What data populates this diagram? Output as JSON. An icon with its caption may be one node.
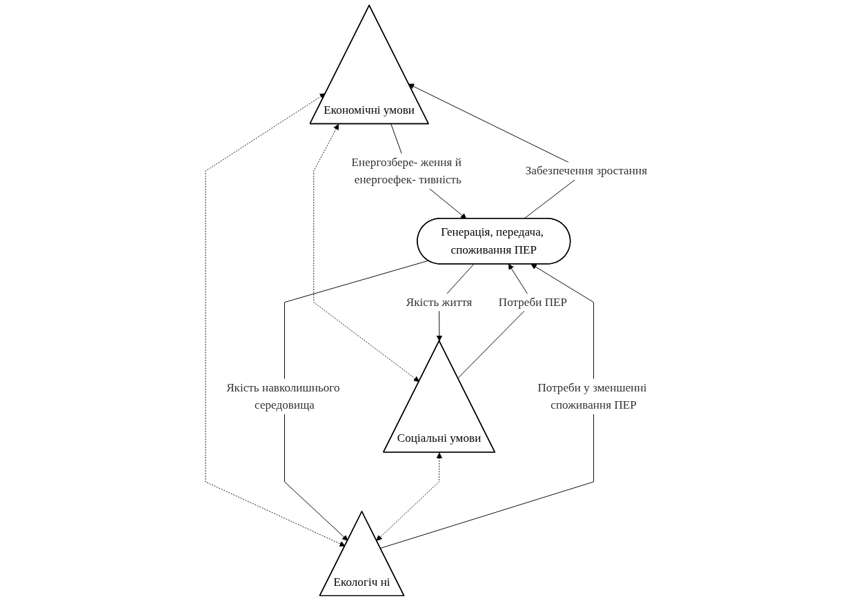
{
  "diagram": {
    "nodes": [
      {
        "text": [
          "Економічні умови"
        ]
      },
      {
        "text": [
          "Генерація, передача, споживання ПЕР"
        ]
      },
      {
        "text": [
          "Соціальні умови"
        ]
      },
      {
        "text": [
          "Екологіч ні"
        ]
      }
    ],
    "edges": [
      {
        "from": 0,
        "to": 1,
        "arrow": "to",
        "label": "Енергозбере- ження й енергоефек- тивність"
      },
      {
        "from": 1,
        "to": 0,
        "arrow": "to",
        "label": "Забезпечення зростання"
      },
      {
        "from": 0,
        "to": 2,
        "arrow": "both",
        "style": "dashed"
      },
      {
        "from": 0,
        "to": 3,
        "arrow": "both",
        "style": "dashed"
      },
      {
        "from": 1,
        "to": 2,
        "arrow": "to",
        "label": "Якість життя"
      },
      {
        "from": 2,
        "to": 1,
        "arrow": "to",
        "label": "Потреби ПЕР"
      },
      {
        "from": 1,
        "to": 3,
        "arrow": "to",
        "label": "Якість навколишнього середовища"
      },
      {
        "from": 3,
        "to": 1,
        "arrow": "to",
        "label": "Потреби у зменшенні споживання ПЕР"
      },
      {
        "from": 2,
        "to": 3,
        "arrow": "both",
        "style": "dashed"
      }
    ]
  }
}
